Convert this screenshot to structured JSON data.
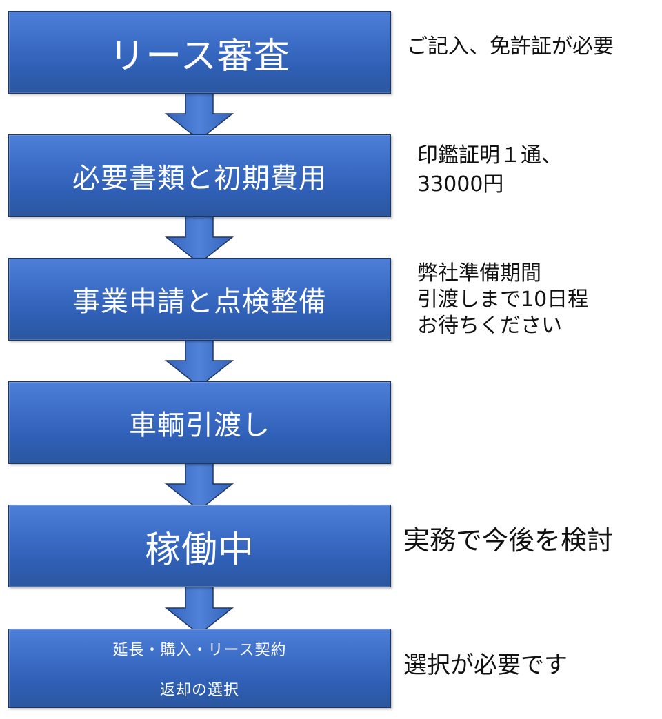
{
  "colors": {
    "box_fill": "#3d6ec8",
    "box_border": "#20385f",
    "arrow_fill": "#4272cc",
    "text_on_box": "#ffffff",
    "note_text": "#111111"
  },
  "steps": [
    {
      "lines": [
        "リース審査"
      ],
      "note": [
        "ご記入、免許証が必要"
      ]
    },
    {
      "lines": [
        "必要書類と初期費用"
      ],
      "note": [
        "印鑑証明１通、",
        "33000円"
      ]
    },
    {
      "lines": [
        "事業申請と点検整備"
      ],
      "note": [
        "弊社準備期間",
        "引渡しまで10日程",
        "お待ちください"
      ]
    },
    {
      "lines": [
        "車輌引渡し"
      ],
      "note": []
    },
    {
      "lines": [
        "稼働中"
      ],
      "note": [
        "実務で今後を検討"
      ]
    },
    {
      "lines": [
        "延長・購入・リース契約",
        "返却の選択"
      ],
      "note": [
        "選択が必要です"
      ]
    }
  ],
  "arrows": [
    {
      "from": 1,
      "to": 2,
      "icon": "down-arrow-icon"
    },
    {
      "from": 2,
      "to": 3,
      "icon": "down-arrow-icon"
    },
    {
      "from": 3,
      "to": 4,
      "icon": "down-arrow-icon"
    },
    {
      "from": 4,
      "to": 5,
      "icon": "down-arrow-icon"
    },
    {
      "from": 5,
      "to": 6,
      "icon": "down-arrow-icon"
    }
  ]
}
